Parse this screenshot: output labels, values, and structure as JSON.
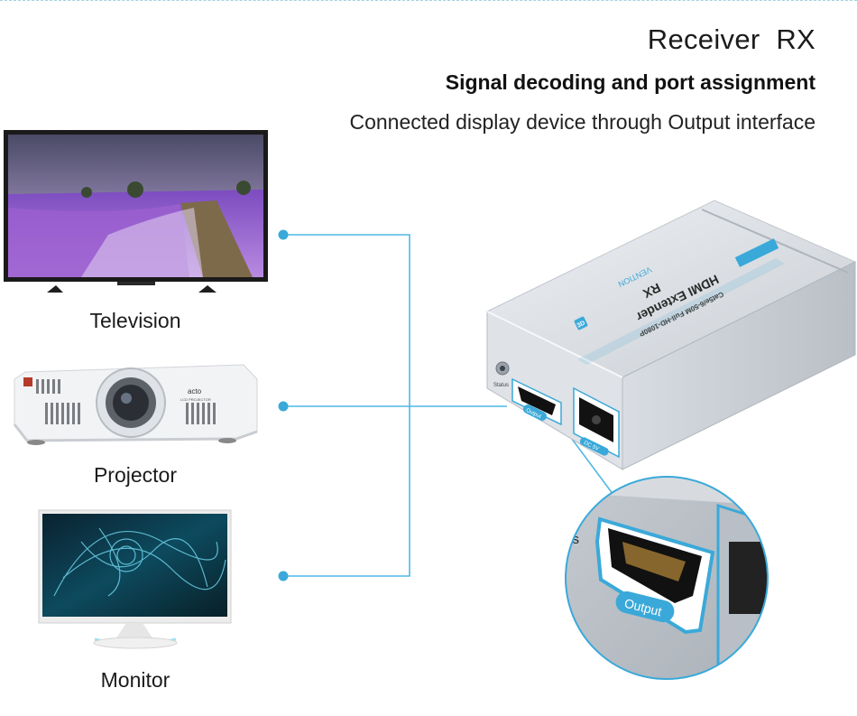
{
  "header": {
    "title": "Receiver  RX",
    "subtitle": "Signal decoding and port assignment",
    "description": "Connected display device through Output interface"
  },
  "devices": [
    {
      "label": "Television",
      "icon": "television-icon"
    },
    {
      "label": "Projector",
      "icon": "projector-icon"
    },
    {
      "label": "Monitor",
      "icon": "monitor-icon"
    }
  ],
  "receiver": {
    "brand": "VENTION",
    "model_line1": "HDMI Extender",
    "model_line2": "RX",
    "spec": "Cat5e/6-50M Full-HD-1080P",
    "badge": "3D",
    "port_status": "Status",
    "port_output": "Output",
    "port_dc": "DC 5V"
  },
  "zoom": {
    "port_label": "Output",
    "partial_text": "tus"
  },
  "projector_brand": {
    "logo": "acto",
    "sub": "LCD PROJECTOR"
  },
  "colors": {
    "accent": "#3aa9d9",
    "line": "#4fb8e6"
  }
}
